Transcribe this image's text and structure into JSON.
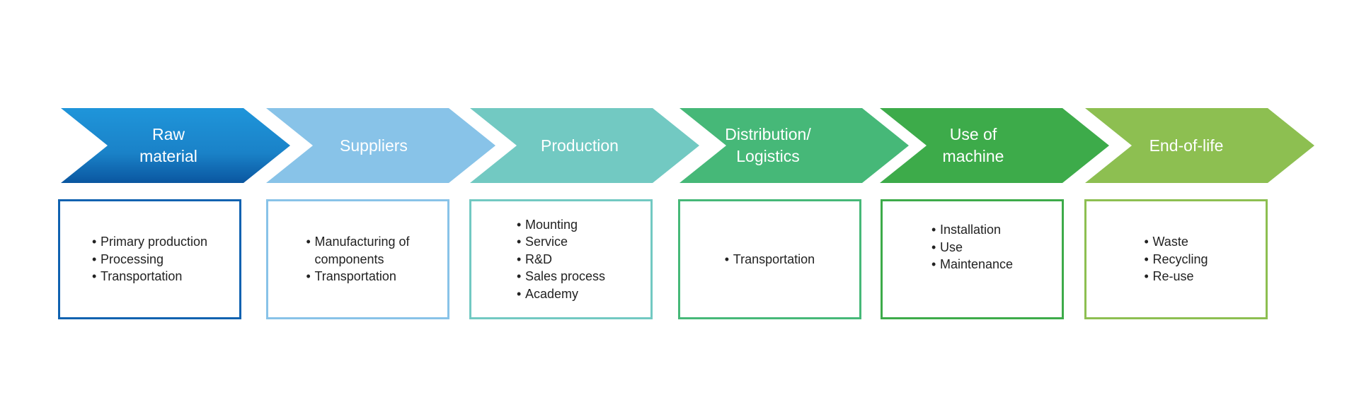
{
  "stages": [
    {
      "title": "Raw\nmaterial",
      "color": "#1e8fd4",
      "color_dark": "#0a5aa4",
      "items": [
        "Primary production",
        "Processing",
        "Transportation"
      ]
    },
    {
      "title": "Suppliers",
      "color": "#88c3e8",
      "items": [
        "Manufacturing of\ncomponents",
        "Transportation"
      ]
    },
    {
      "title": "Production",
      "color": "#72c9c2",
      "items": [
        "Mounting",
        "Service",
        "R&D",
        "Sales process",
        "Academy"
      ]
    },
    {
      "title": "Distribution/\nLogistics",
      "color": "#46b878",
      "items": [
        "Transportation"
      ]
    },
    {
      "title": "Use of\nmachine",
      "color": "#3dab4a",
      "items": [
        "Installation",
        "Use",
        "Maintenance"
      ]
    },
    {
      "title": "End-of-life",
      "color": "#8dbf51",
      "items": [
        "Waste",
        "Recycling",
        "Re-use"
      ]
    }
  ]
}
